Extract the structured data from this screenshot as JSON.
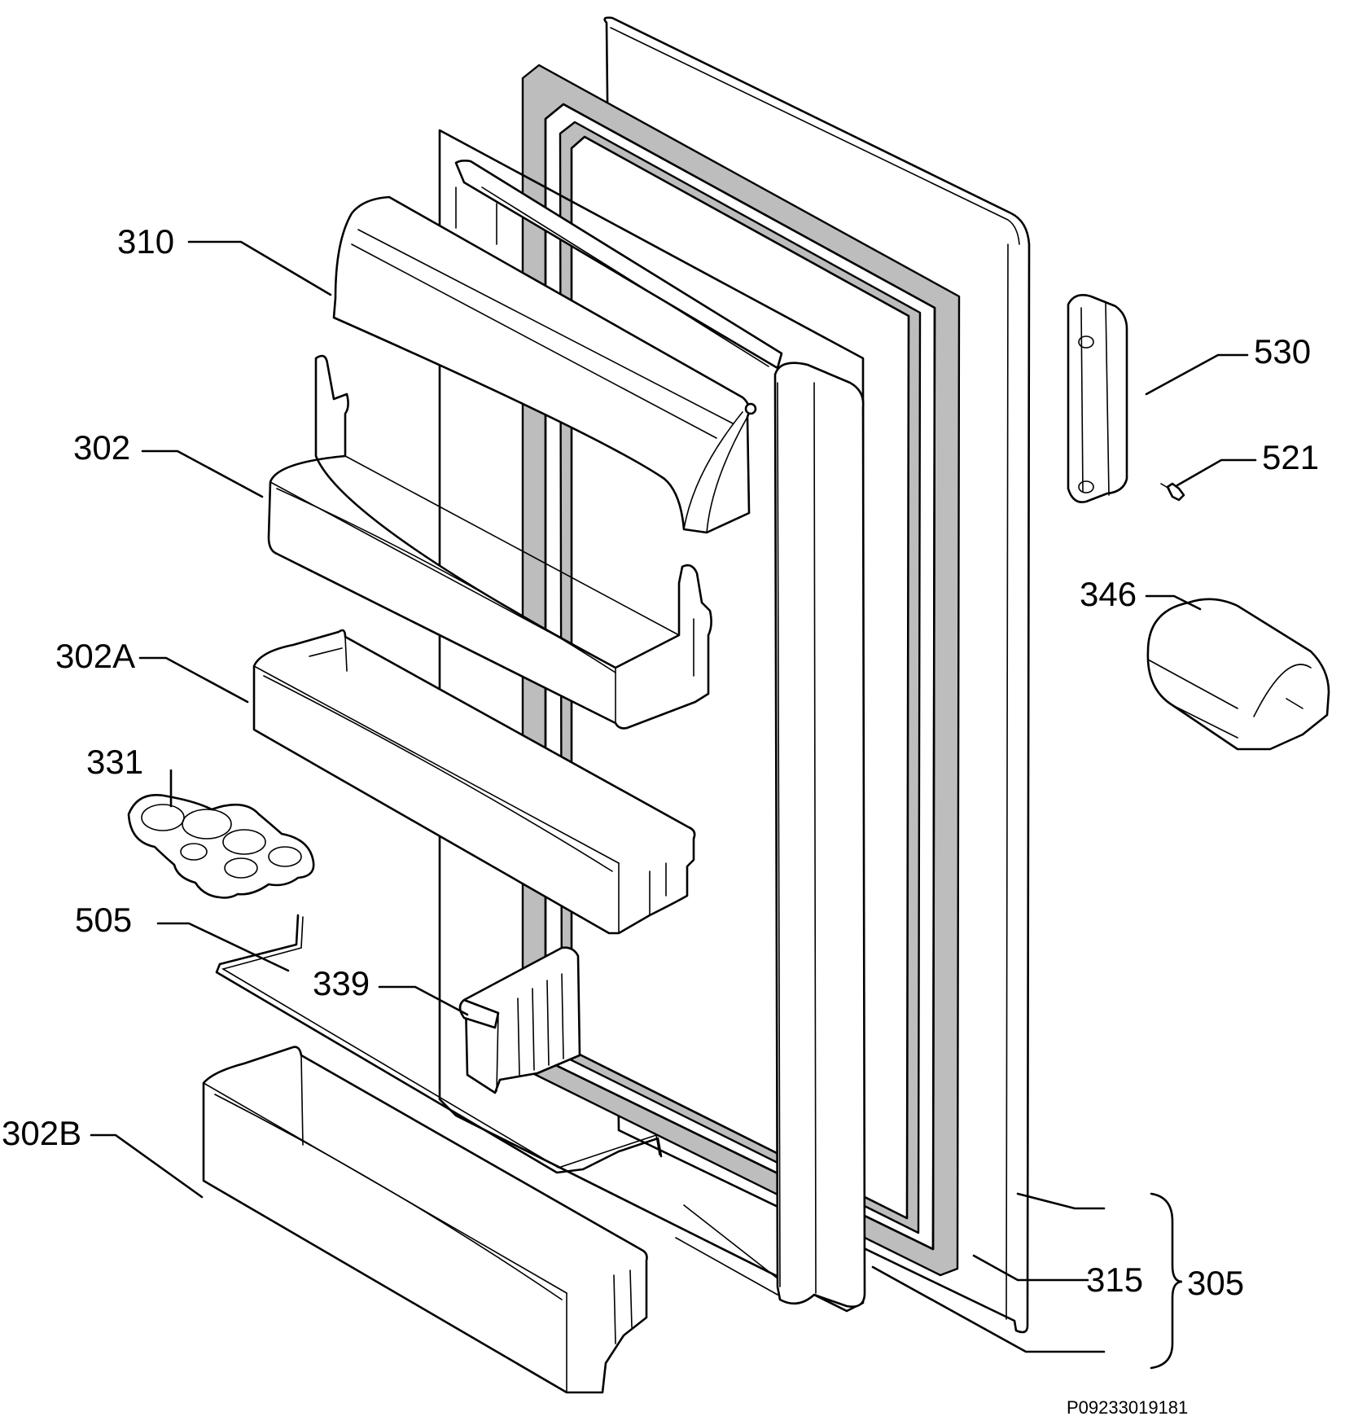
{
  "figure": {
    "drawing_code": "P09233019181"
  },
  "labels": {
    "310": "310",
    "302": "302",
    "302A": "302A",
    "331": "331",
    "505": "505",
    "339": "339",
    "302B": "302B",
    "530": "530",
    "521": "521",
    "346": "346",
    "315": "315",
    "305": "305"
  }
}
